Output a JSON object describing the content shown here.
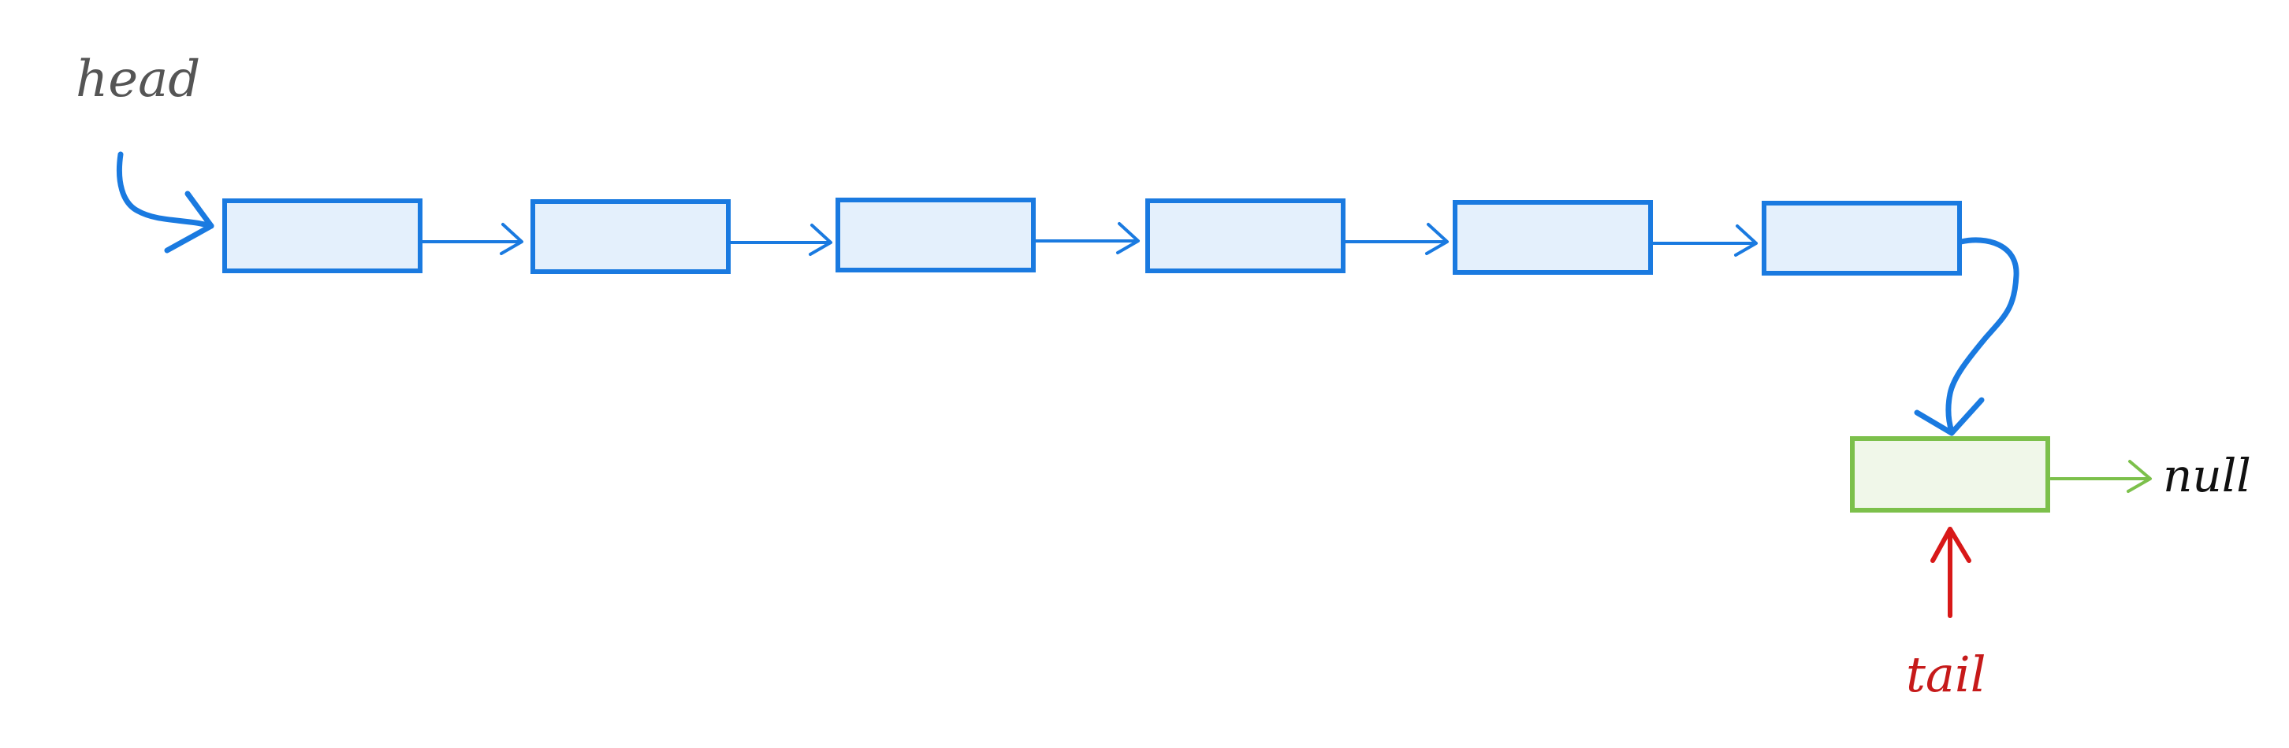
{
  "labels": {
    "head": "head",
    "tail": "tail",
    "null": "null"
  },
  "colors": {
    "node_stroke": "#1a7ae0",
    "node_fill": "#e4f0fc",
    "tail_node_stroke": "#7cc04b",
    "tail_node_fill": "#f0f7e9",
    "tail_pointer": "#d81818",
    "text_head": "#555555",
    "text_null": "#111111",
    "text_tail": "#c61a1a",
    "next_arrow_to_null": "#7cc04b"
  },
  "list": {
    "node_count": 6,
    "tail_node_count": 1
  }
}
